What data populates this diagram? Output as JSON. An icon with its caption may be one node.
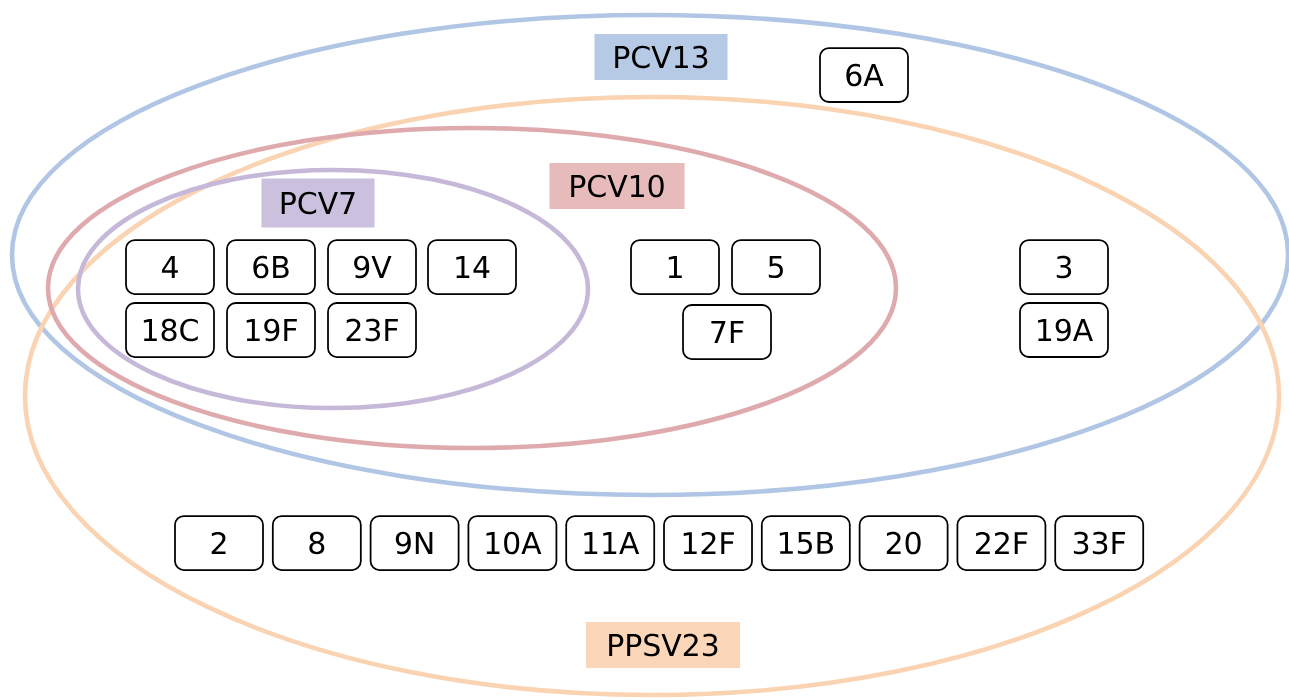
{
  "diagram": {
    "nodes": [
      {
        "text": [
          "PCV13"
        ]
      },
      {
        "text": [
          "6A"
        ],
        "in": 0
      },
      {
        "text": [
          "PCV10"
        ],
        "in": 0
      },
      {
        "text": [
          "PCV7"
        ],
        "in": 2
      },
      {
        "text": [
          "4"
        ],
        "in": 3
      },
      {
        "text": [
          "6B"
        ],
        "in": 3
      },
      {
        "text": [
          "9V"
        ],
        "in": 3
      },
      {
        "text": [
          "14"
        ],
        "in": 3
      },
      {
        "text": [
          "18C"
        ],
        "in": 3
      },
      {
        "text": [
          "19F"
        ],
        "in": 3
      },
      {
        "text": [
          "23F"
        ],
        "in": 3
      },
      {
        "text": [
          "1"
        ],
        "in": 2
      },
      {
        "text": [
          "5"
        ],
        "in": 2
      },
      {
        "text": [
          "7F"
        ],
        "in": 2
      },
      {
        "text": [
          "3"
        ],
        "in": 0
      },
      {
        "text": [
          "19A"
        ],
        "in": 0
      },
      {
        "text": [
          "PPSV23"
        ]
      },
      {
        "text": [
          "2"
        ],
        "in": 16
      },
      {
        "text": [
          "8"
        ],
        "in": 16
      },
      {
        "text": [
          "9N"
        ],
        "in": 16
      },
      {
        "text": [
          "10A"
        ],
        "in": 16
      },
      {
        "text": [
          "11A"
        ],
        "in": 16
      },
      {
        "text": [
          "12F"
        ],
        "in": 16
      },
      {
        "text": [
          "15B"
        ],
        "in": 16
      },
      {
        "text": [
          "20"
        ],
        "in": 16
      },
      {
        "text": [
          "22F"
        ],
        "in": 16
      },
      {
        "text": [
          "33F"
        ],
        "in": 16
      }
    ]
  }
}
